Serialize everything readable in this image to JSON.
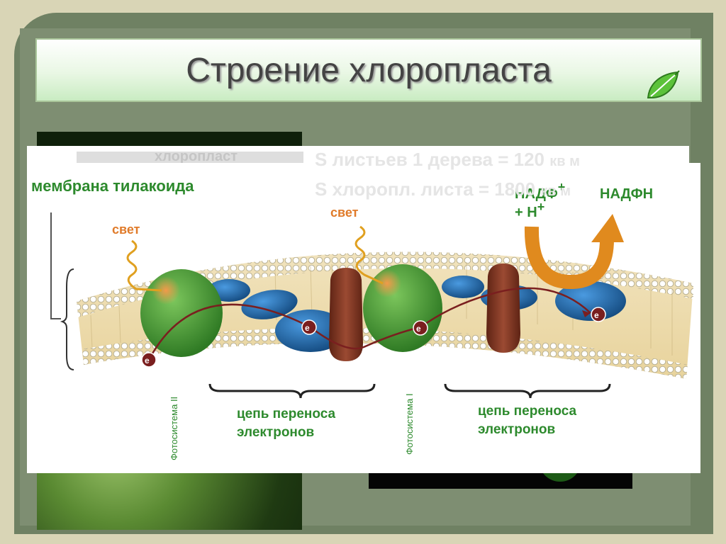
{
  "slide": {
    "title": "Строение хлоропласта",
    "icon": "leaf-icon",
    "overlay_text_line1": "S листьев 1 дерева = 120",
    "overlay_unit1": "кв м",
    "overlay_text_line2": "S хлоропл. листа = 1800",
    "overlay_unit2": "кв м",
    "back_card_label": "хлоропласт"
  },
  "diagram": {
    "membrane_label": "мембрана тилакоида",
    "light_label_1": "свет",
    "light_label_2": "свет",
    "nadp_label": "НАДФ",
    "nadp_plus": "+",
    "proton_label": "+ Н",
    "proton_plus": "+",
    "nadph_label": "НАДФН",
    "electron_label": "e",
    "etc_label_1_line1": "цепь переноса",
    "etc_label_1_line2": "электронов",
    "etc_label_2_line1": "цепь переноса",
    "etc_label_2_line2": "электронов",
    "photosystem_2": "Фотосистема II",
    "photosystem_1": "Фотосистема I"
  },
  "colors": {
    "frame": "#6f8163",
    "title_text": "#444444",
    "green_label": "#2d8a2d",
    "light_label": "#e07b2a",
    "photosystem": "#4a9a3a",
    "complex_brown": "#7a2f1f",
    "carrier_blue": "#1f5f9f",
    "arrow_orange": "#e08a1e"
  }
}
